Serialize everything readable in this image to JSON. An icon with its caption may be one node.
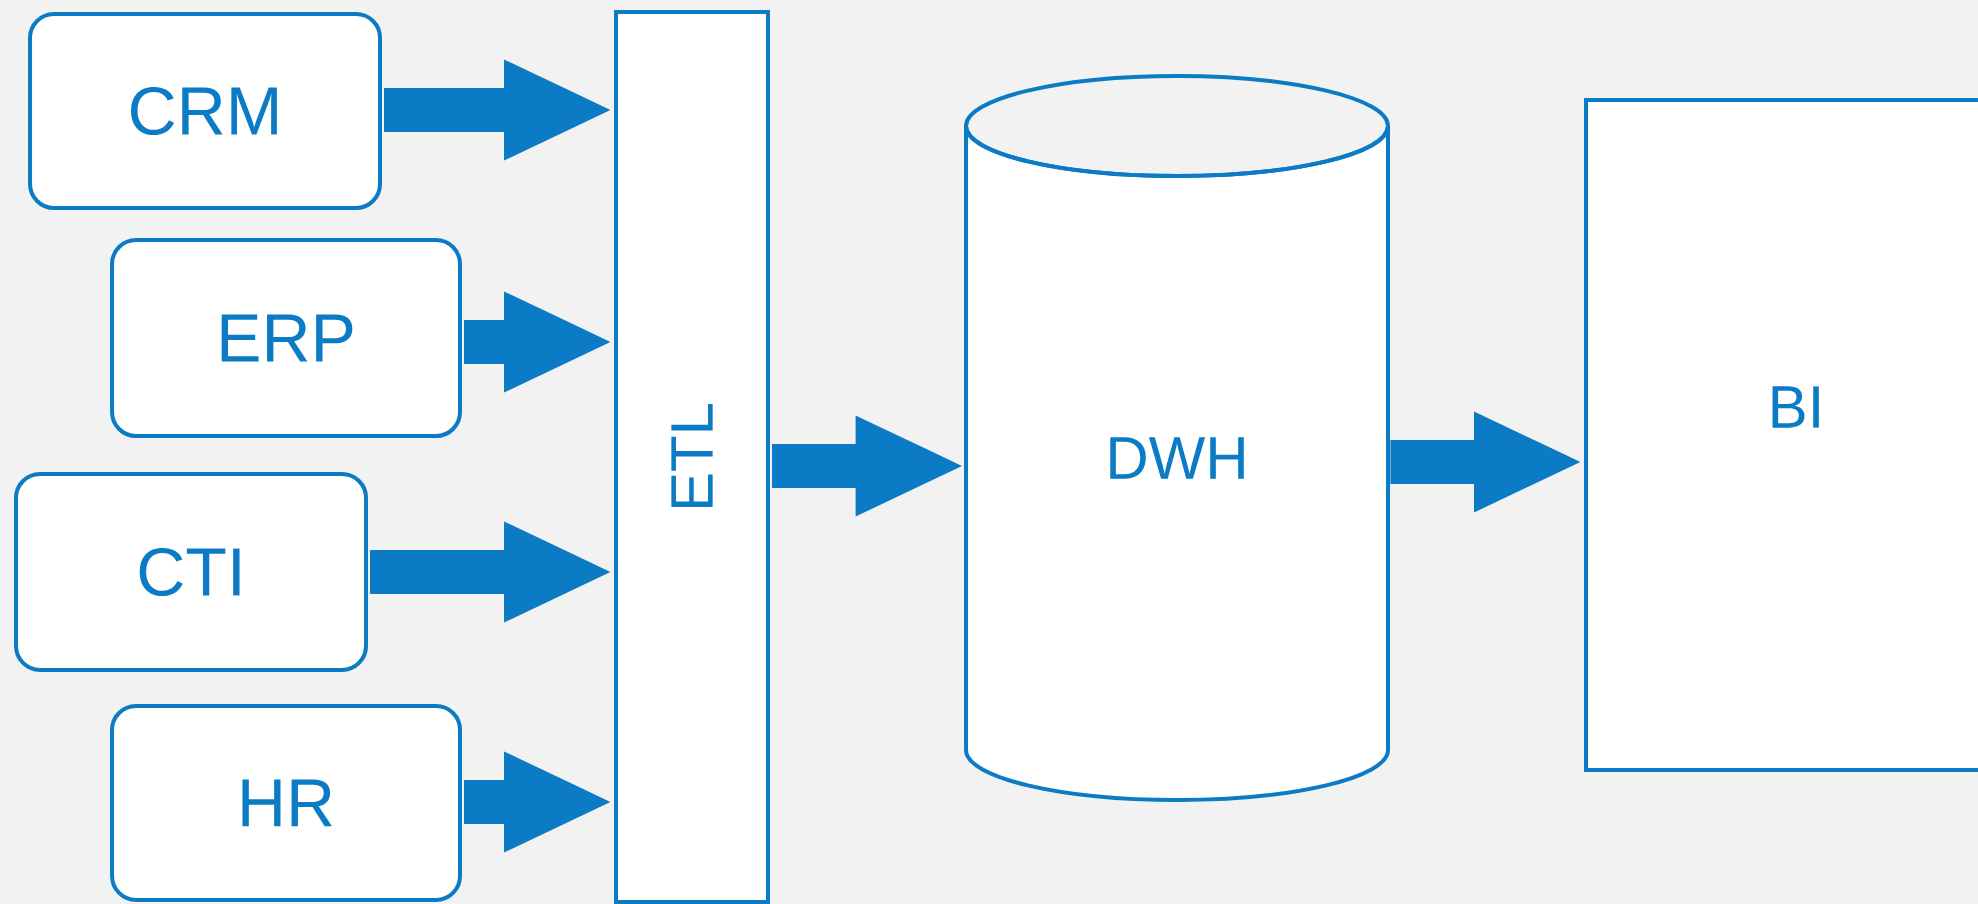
{
  "diagram": {
    "nodes": [
      {
        "text": [
          "CRM"
        ]
      },
      {
        "text": [
          "ERP"
        ]
      },
      {
        "text": [
          "CTI"
        ]
      },
      {
        "text": [
          "HR"
        ]
      },
      {
        "text": [
          "ETL"
        ]
      },
      {
        "text": [
          "DWH"
        ]
      },
      {
        "text": [
          "BI"
        ]
      }
    ],
    "edges": [
      {
        "from": 0,
        "to": 4,
        "arrow": "to"
      },
      {
        "from": 1,
        "to": 4,
        "arrow": "to"
      },
      {
        "from": 2,
        "to": 4,
        "arrow": "to"
      },
      {
        "from": 3,
        "to": 4,
        "arrow": "to"
      },
      {
        "from": 4,
        "to": 5,
        "arrow": "to"
      },
      {
        "from": 5,
        "to": 6,
        "arrow": "to"
      }
    ]
  }
}
